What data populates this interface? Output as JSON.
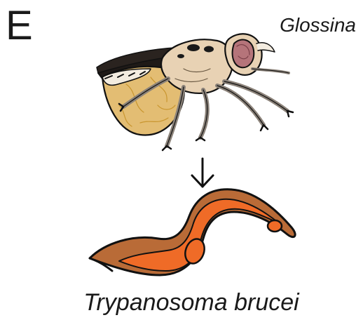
{
  "figure": {
    "panel_letter": "E",
    "host_label": "Glossina",
    "parasite_label": "Trypanosoma brucei",
    "colors": {
      "fly_abdomen": "#e3bd73",
      "fly_thorax": "#e8d2b4",
      "fly_wing": "#1f1a17",
      "fly_leg": "#8b8279",
      "fly_eye": "#b5747a",
      "parasite_outer": "#b96b37",
      "parasite_inner": "#ef6b27",
      "outline": "#111111"
    },
    "icons": {
      "host": "tsetse-fly-icon",
      "connector": "down-arrow-icon",
      "parasite": "trypanosome-icon"
    }
  }
}
